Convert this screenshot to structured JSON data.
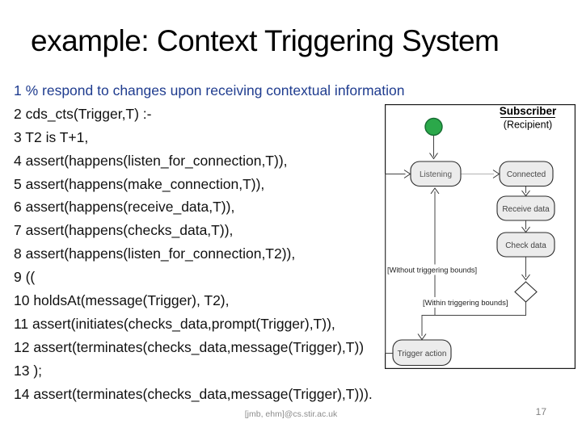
{
  "slide": {
    "title": "example: Context Triggering System",
    "footer": "[jmb, ehm]@cs.stir.ac.uk",
    "page_number": "17",
    "code_lines": [
      "1 % respond to changes upon receiving contextual information",
      "2 cds_cts(Trigger,T) :-",
      "3 T2 is T+1,",
      "4 assert(happens(listen_for_connection,T)),",
      "5 assert(happens(make_connection,T)),",
      "6 assert(happens(receive_data,T)),",
      "7 assert(happens(checks_data,T)),",
      "8 assert(happens(listen_for_connection,T2)),",
      "9 ((",
      "10 holdsAt(message(Trigger), T2),",
      "11 assert(initiates(checks_data,prompt(Trigger),T)),",
      "12 assert(terminates(checks_data,message(Trigger),T))",
      "13 );",
      "14 assert(terminates(checks_data,message(Trigger),T)))."
    ],
    "colors": {
      "comment": "#1F3C8F",
      "body": "#111111",
      "footer": "#8C8C8C"
    }
  },
  "diagram": {
    "title": "Subscriber",
    "subtitle": "(Recipient)",
    "nodes": {
      "listening": "Listening",
      "connected": "Connected",
      "receive_data": "Receive data",
      "check_data": "Check data",
      "trigger_action": "Trigger action"
    },
    "guards": {
      "without": "[Without triggering bounds]",
      "within": "[Within triggering bounds]"
    },
    "colors": {
      "start_fill": "#2BA84A",
      "start_stroke": "#156C31",
      "node_fill": "#ECECEC",
      "node_stroke": "#2B2B2B"
    }
  }
}
